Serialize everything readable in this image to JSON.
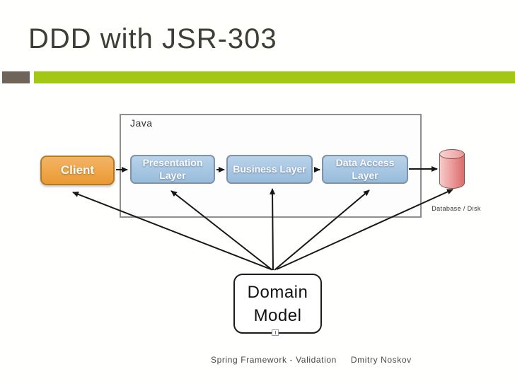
{
  "slide": {
    "title": "DDD with JSR-303",
    "footer": {
      "presentation": "Spring Framework - Validation",
      "author": "Dmitry Noskov"
    },
    "colors": {
      "accent_green": "#a2c714",
      "accent_gray": "#6e6459",
      "title_text": "#3e3d36",
      "client_orange": "#efa549",
      "layer_blue": "#a6c6e2",
      "database_pink": "#efa4a4",
      "arrow_black": "#171717"
    }
  },
  "diagram": {
    "container_label": "Java",
    "client_label": "Client",
    "layers": [
      {
        "label": "Presentation Layer"
      },
      {
        "label": "Business Layer"
      },
      {
        "label": "Data Access Layer"
      }
    ],
    "database_label": "Database / Disk",
    "domain_label": "Domain Model"
  }
}
